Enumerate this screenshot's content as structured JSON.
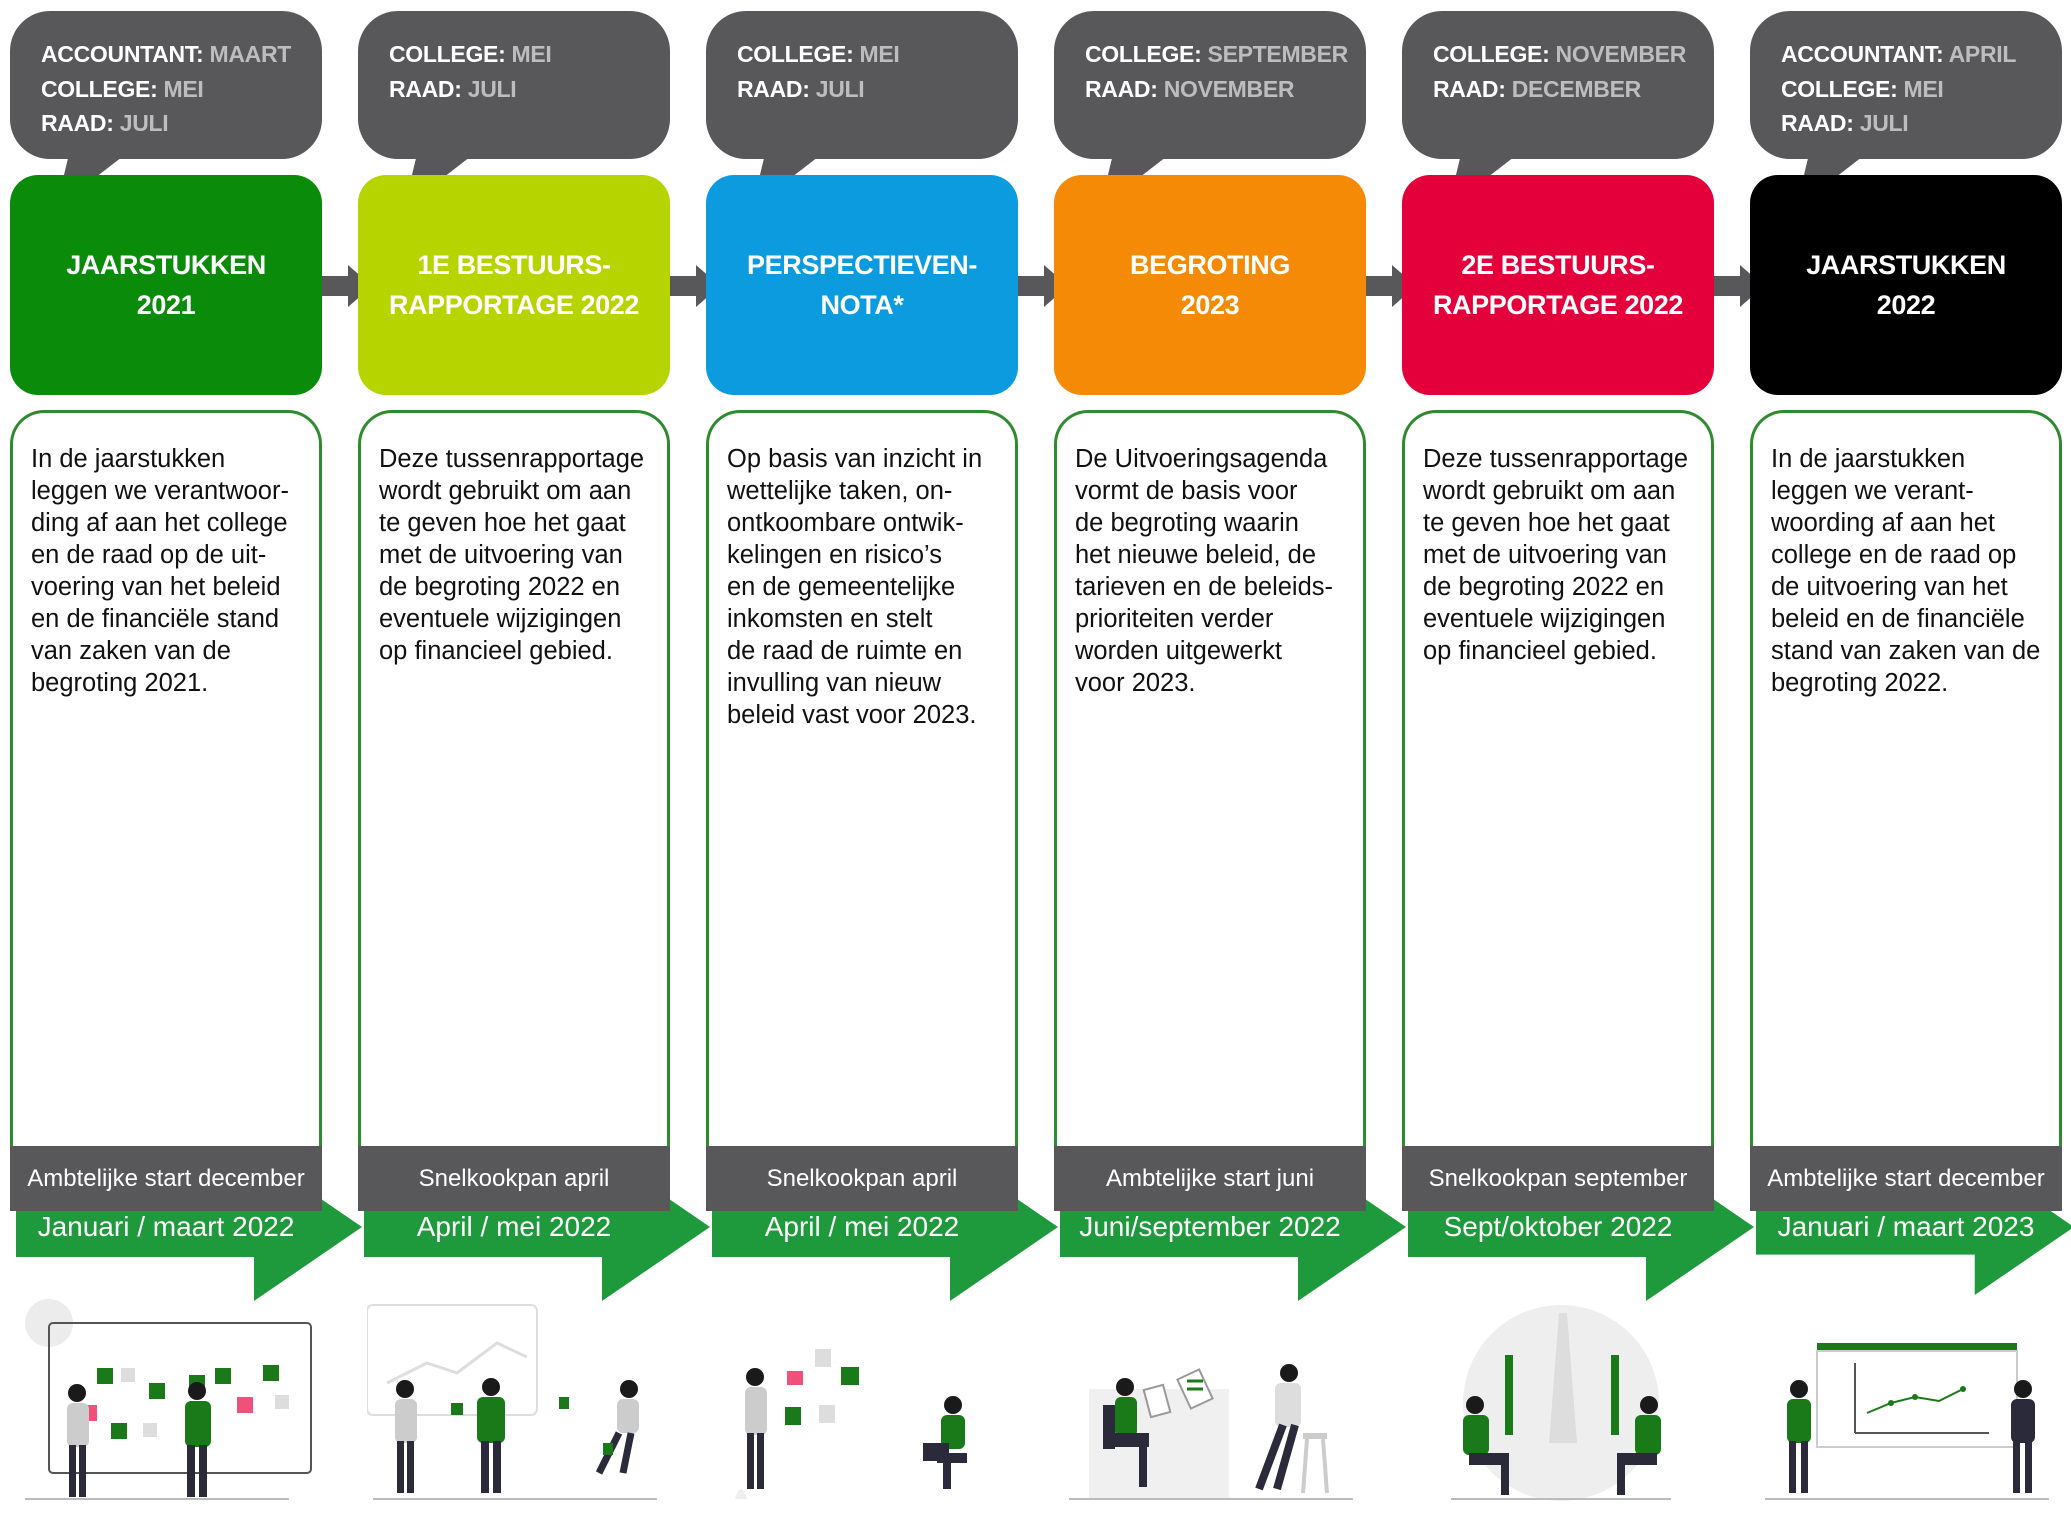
{
  "columns": [
    {
      "bubble": [
        {
          "k": "ACCOUNTANT:",
          "v": "MAART"
        },
        {
          "k": "COLLEGE:",
          "v": "MEI"
        },
        {
          "k": "RAAD:",
          "v": "JULI"
        }
      ],
      "title": "JAARSTUKKEN\n2021",
      "color": "#0a8b0a",
      "description": "In de jaarstukken\nleggen we verantwoor-\nding af aan het college\nen de raad op de uit-\nvoering van het beleid\nen de financiële stand\nvan zaken van de\nbegroting 2021.",
      "period": "Januari / maart 2022",
      "footer": "Ambtelijke start december"
    },
    {
      "bubble": [
        {
          "k": "COLLEGE:",
          "v": "MEI"
        },
        {
          "k": "RAAD:",
          "v": "JULI"
        }
      ],
      "title": "1E BESTUURS-\nRAPPORTAGE 2022",
      "color": "#b5d400",
      "description": "Deze tussenrapportage\nwordt gebruikt om aan\nte geven hoe het gaat\nmet de uitvoering van\nde begroting 2022 en\neventuele wijzigingen\nop financieel gebied.",
      "period": "April / mei 2022",
      "footer": "Snelkookpan april"
    },
    {
      "bubble": [
        {
          "k": "COLLEGE:",
          "v": "MEI"
        },
        {
          "k": "RAAD:",
          "v": "JULI"
        }
      ],
      "title": "PERSPECTIEVEN-\nNOTA*",
      "color": "#0b9bde",
      "description": "Op basis van inzicht in\nwettelijke taken, on-\nontkoombare ontwik-\nkelingen en risico’s\nen de gemeentelijke\ninkomsten en stelt\nde raad de ruimte en\ninvulling van nieuw\nbeleid vast voor 2023.",
      "period": "April / mei 2022",
      "footer": "Snelkookpan april"
    },
    {
      "bubble": [
        {
          "k": "COLLEGE:",
          "v": "SEPTEMBER"
        },
        {
          "k": "RAAD:",
          "v": "NOVEMBER"
        }
      ],
      "title": "BEGROTING\n2023",
      "color": "#f58a07",
      "description": "De Uitvoeringsagenda\nvormt de basis voor\nde begroting waarin\nhet nieuwe beleid, de\ntarieven en de beleids-\nprioriteiten verder\nworden uitgewerkt\nvoor 2023.",
      "period": "Juni/september 2022",
      "footer": "Ambtelijke start juni"
    },
    {
      "bubble": [
        {
          "k": "COLLEGE:",
          "v": "NOVEMBER"
        },
        {
          "k": "RAAD:",
          "v": "DECEMBER"
        }
      ],
      "title": "2E BESTUURS-\nRAPPORTAGE 2022",
      "color": "#e4003a",
      "description": "Deze tussenrapportage\nwordt gebruikt om aan\nte geven hoe het gaat\nmet de uitvoering van\nde begroting 2022 en\neventuele wijzigingen\nop financieel gebied.",
      "period": "Sept/oktober 2022",
      "footer": "Snelkookpan september"
    },
    {
      "bubble": [
        {
          "k": "ACCOUNTANT:",
          "v": "APRIL"
        },
        {
          "k": "COLLEGE:",
          "v": "MEI"
        },
        {
          "k": "RAAD:",
          "v": "JULI"
        }
      ],
      "title": "JAARSTUKKEN\n2022",
      "color": "#000000",
      "description": "In de jaarstukken\nleggen we verant-\nwoording af aan het\ncollege en de raad op\nde uitvoering van het\nbeleid en de financiële\nstand van zaken van de\nbegroting 2022.",
      "period": "Januari / maart 2023",
      "footer": "Ambtelijke start december"
    }
  ],
  "colors": {
    "bubble": "#58585a",
    "bubble_value": "#bdbdbd",
    "panel_border": "#2f8b2f",
    "arrow": "#1e9a3c",
    "connector": "#58585a",
    "footer": "#58585a"
  }
}
